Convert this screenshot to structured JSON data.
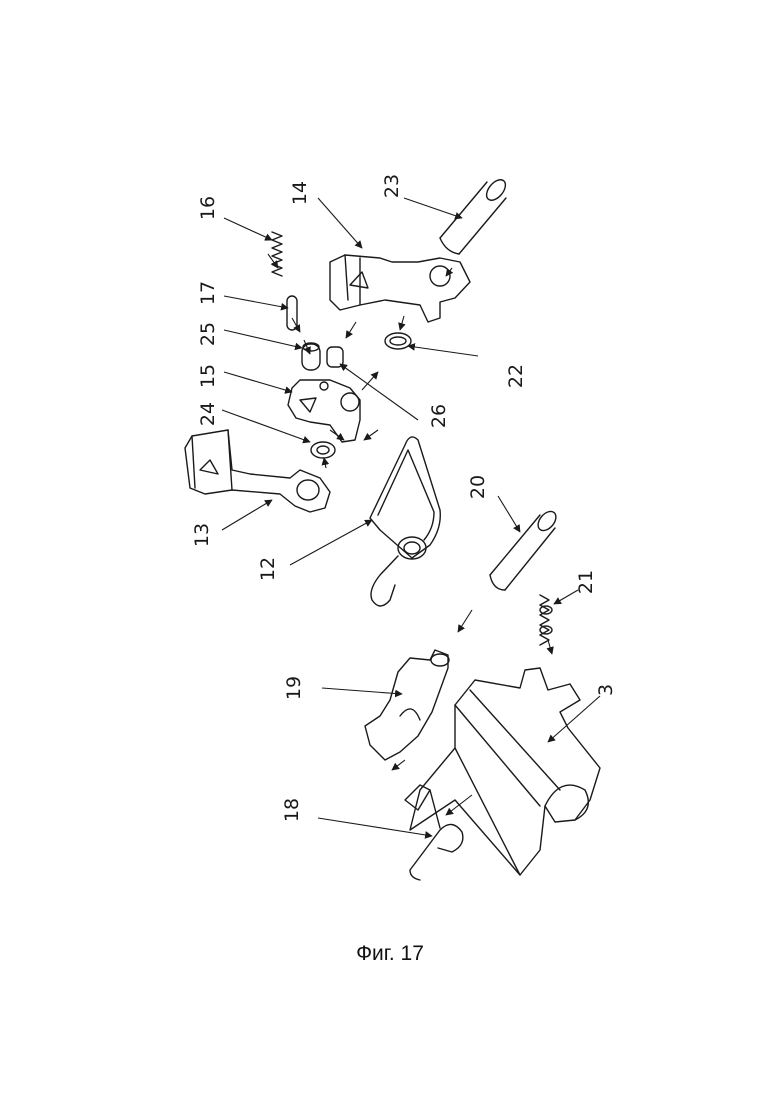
{
  "figure": {
    "caption": "Фиг. 17",
    "reference_numerals": [
      "3",
      "12",
      "13",
      "14",
      "15",
      "16",
      "17",
      "18",
      "19",
      "20",
      "21",
      "22",
      "23",
      "24",
      "25",
      "26"
    ]
  }
}
